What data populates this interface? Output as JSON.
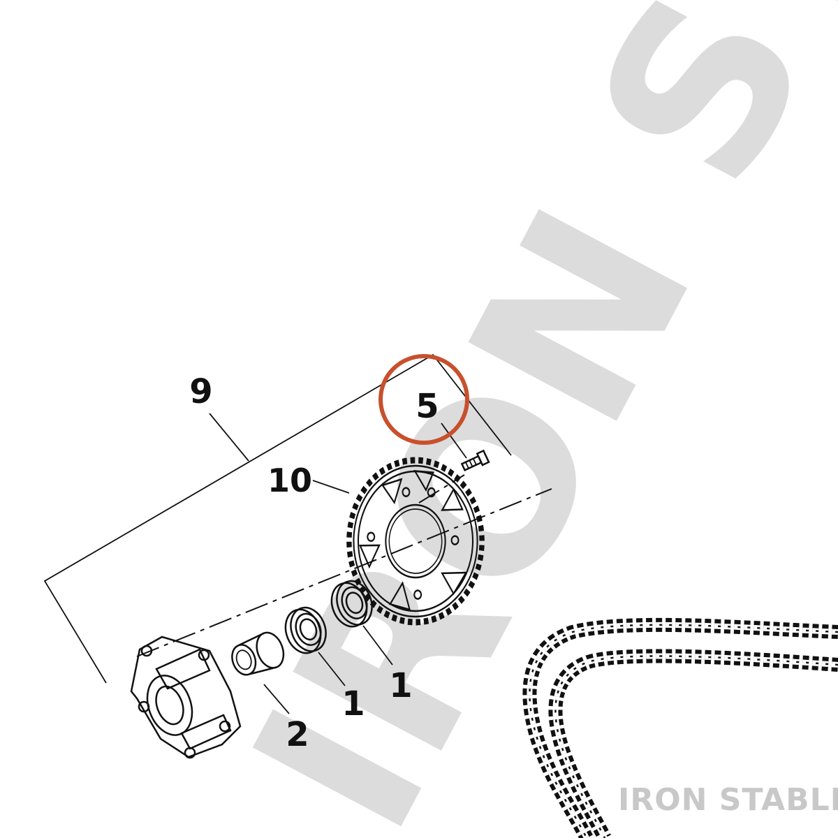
{
  "callouts": {
    "c9": "9",
    "c5": "5",
    "c10": "10",
    "c1a": "1",
    "c1b": "1",
    "c2": "2"
  },
  "highlight": {
    "target": "5",
    "color": "#c8502d"
  },
  "watermark": {
    "big": "IRON ST",
    "label": "IRON STABLE"
  },
  "colors": {
    "ink": "#111111",
    "watermark": "#dcdcdc"
  }
}
